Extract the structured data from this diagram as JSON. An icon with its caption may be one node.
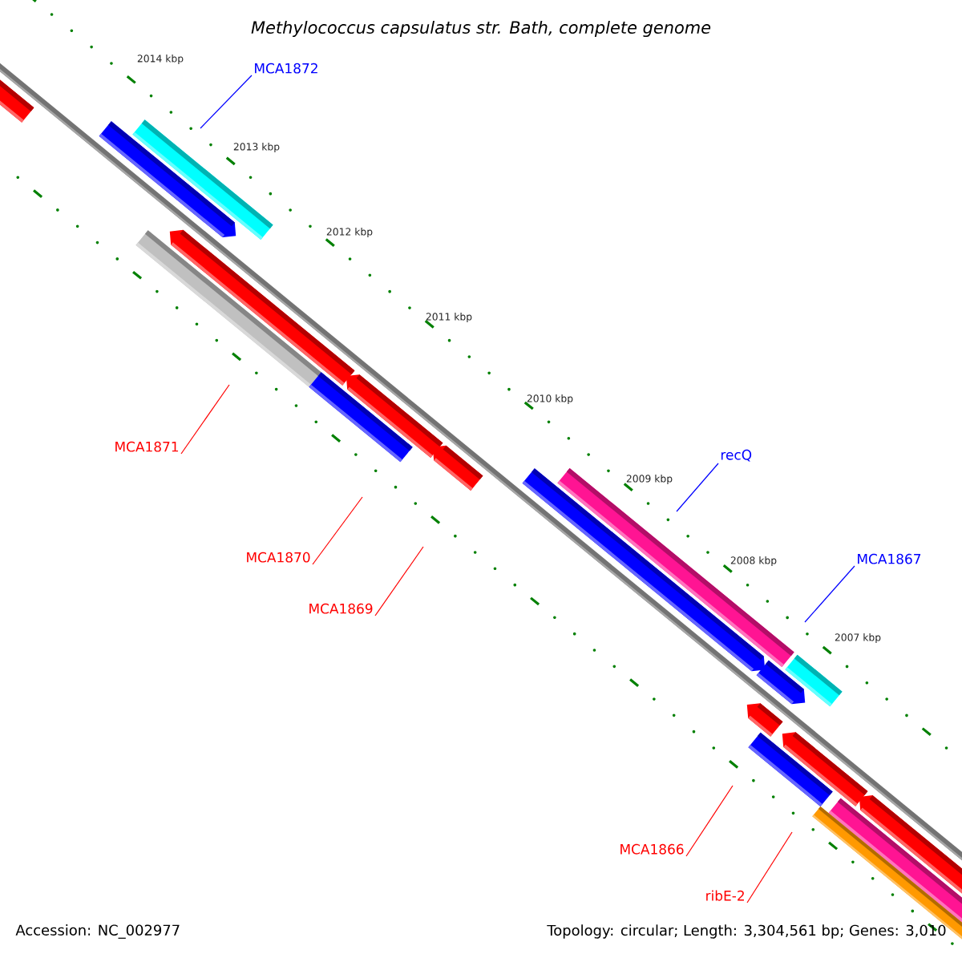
{
  "diagram": {
    "title": "Methylococcus capsulatus str. Bath, complete genome",
    "nodes": [
      {
        "text": [
          "MCA1872"
        ]
      },
      {
        "text": [
          "MCA1871"
        ]
      },
      {
        "text": [
          "MCA1870"
        ]
      },
      {
        "text": [
          "MCA1869"
        ]
      },
      {
        "text": [
          "recQ"
        ]
      },
      {
        "text": [
          "MCA1867"
        ]
      },
      {
        "text": [
          "MCA1866"
        ]
      },
      {
        "text": [
          "ribE-2"
        ]
      }
    ],
    "edges": [
      {
        "from": 0,
        "to": null,
        "arrow": "none",
        "color": "#0000ff"
      },
      {
        "from": 1,
        "to": null,
        "arrow": "none"
      },
      {
        "from": 2,
        "to": null,
        "arrow": "none"
      },
      {
        "from": 3,
        "to": null,
        "arrow": "none"
      },
      {
        "from": 4,
        "to": null,
        "arrow": "none",
        "color": "#0000ff"
      },
      {
        "from": 5,
        "to": null,
        "arrow": "none",
        "color": "#0000ff"
      },
      {
        "from": 6,
        "to": null,
        "arrow": "none"
      },
      {
        "from": 7,
        "to": null,
        "arrow": "none"
      }
    ],
    "labels": [
      "2014 kbp",
      "2013 kbp",
      "2012 kbp",
      "2011 kbp",
      "2010 kbp",
      "2009 kbp",
      "2008 kbp",
      "2007 kbp",
      "Accession: NC_002977",
      "Topology: circular; Length: 3,304,561 bp; Genes: 3,010"
    ]
  }
}
